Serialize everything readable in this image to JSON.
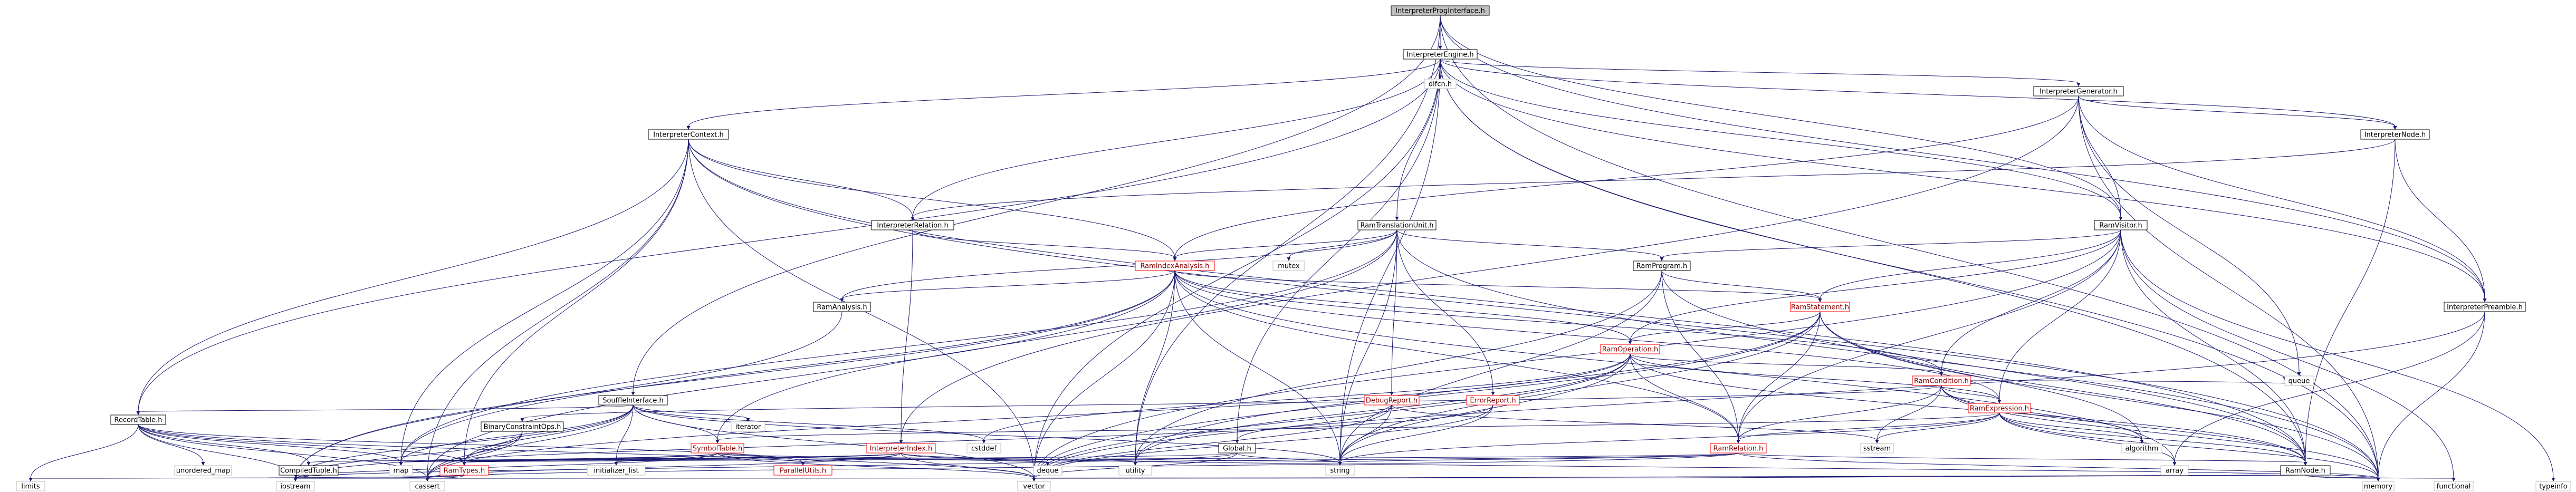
{
  "diagram": {
    "type": "include-dependency-graph",
    "root": "InterpreterProgInterface.h",
    "colors": {
      "edge": "#191970",
      "root_fill": "#bfbfbf",
      "local_border": "#000000",
      "external_border": "#bfbfbf",
      "incomplete_border": "#ff0000"
    },
    "nodes": [
      {
        "id": "n_root",
        "label": "InterpreterProgInterface.h",
        "kind": "root"
      },
      {
        "id": "n_engine",
        "label": "InterpreterEngine.h",
        "kind": "local"
      },
      {
        "id": "n_dlfcn",
        "label": "dlfcn.h",
        "kind": "ext"
      },
      {
        "id": "n_generator",
        "label": "InterpreterGenerator.h",
        "kind": "local"
      },
      {
        "id": "n_context",
        "label": "InterpreterContext.h",
        "kind": "local"
      },
      {
        "id": "n_relation",
        "label": "InterpreterRelation.h",
        "kind": "local"
      },
      {
        "id": "n_ramtu",
        "label": "RamTranslationUnit.h",
        "kind": "local"
      },
      {
        "id": "n_inode",
        "label": "InterpreterNode.h",
        "kind": "local"
      },
      {
        "id": "n_visitor",
        "label": "RamVisitor.h",
        "kind": "local"
      },
      {
        "id": "n_rindex",
        "label": "RamIndexAnalysis.h",
        "kind": "red"
      },
      {
        "id": "n_mutex",
        "label": "mutex",
        "kind": "ext"
      },
      {
        "id": "n_program",
        "label": "RamProgram.h",
        "kind": "local"
      },
      {
        "id": "n_ranalysis",
        "label": "RamAnalysis.h",
        "kind": "local"
      },
      {
        "id": "n_statement",
        "label": "RamStatement.h",
        "kind": "red"
      },
      {
        "id": "n_preamble",
        "label": "InterpreterPreamble.h",
        "kind": "local"
      },
      {
        "id": "n_operation",
        "label": "RamOperation.h",
        "kind": "red"
      },
      {
        "id": "n_condition",
        "label": "RamCondition.h",
        "kind": "red"
      },
      {
        "id": "n_queue",
        "label": "queue",
        "kind": "ext"
      },
      {
        "id": "n_souffle",
        "label": "SouffleInterface.h",
        "kind": "local"
      },
      {
        "id": "n_debug",
        "label": "DebugReport.h",
        "kind": "red"
      },
      {
        "id": "n_error",
        "label": "ErrorReport.h",
        "kind": "red"
      },
      {
        "id": "n_expression",
        "label": "RamExpression.h",
        "kind": "red"
      },
      {
        "id": "n_record",
        "label": "RecordTable.h",
        "kind": "local"
      },
      {
        "id": "n_bcops",
        "label": "BinaryConstraintOps.h",
        "kind": "local"
      },
      {
        "id": "n_iterator",
        "label": "iterator",
        "kind": "ext"
      },
      {
        "id": "n_symbol",
        "label": "SymbolTable.h",
        "kind": "red"
      },
      {
        "id": "n_iindex",
        "label": "InterpreterIndex.h",
        "kind": "red"
      },
      {
        "id": "n_cstddef",
        "label": "cstddef",
        "kind": "ext"
      },
      {
        "id": "n_global",
        "label": "Global.h",
        "kind": "local"
      },
      {
        "id": "n_sstream",
        "label": "sstream",
        "kind": "ext"
      },
      {
        "id": "n_algorithm",
        "label": "algorithm",
        "kind": "ext"
      },
      {
        "id": "n_ramrel",
        "label": "RamRelation.h",
        "kind": "red"
      },
      {
        "id": "n_umap",
        "label": "unordered_map",
        "kind": "ext"
      },
      {
        "id": "n_ctuple",
        "label": "CompiledTuple.h",
        "kind": "local"
      },
      {
        "id": "n_map",
        "label": "map",
        "kind": "ext"
      },
      {
        "id": "n_ramtypes",
        "label": "RamTypes.h",
        "kind": "red"
      },
      {
        "id": "n_initlist",
        "label": "initializer_list",
        "kind": "ext"
      },
      {
        "id": "n_parallel",
        "label": "ParallelUtils.h",
        "kind": "red"
      },
      {
        "id": "n_deque",
        "label": "deque",
        "kind": "ext"
      },
      {
        "id": "n_utility",
        "label": "utility",
        "kind": "ext"
      },
      {
        "id": "n_string",
        "label": "string",
        "kind": "ext"
      },
      {
        "id": "n_array",
        "label": "array",
        "kind": "ext"
      },
      {
        "id": "n_ramnode",
        "label": "RamNode.h",
        "kind": "local"
      },
      {
        "id": "n_limits",
        "label": "limits",
        "kind": "ext"
      },
      {
        "id": "n_iostream",
        "label": "iostream",
        "kind": "ext"
      },
      {
        "id": "n_cassert",
        "label": "cassert",
        "kind": "ext"
      },
      {
        "id": "n_vector",
        "label": "vector",
        "kind": "ext"
      },
      {
        "id": "n_memory",
        "label": "memory",
        "kind": "ext"
      },
      {
        "id": "n_functional",
        "label": "functional",
        "kind": "ext"
      },
      {
        "id": "n_typeinfo",
        "label": "typeinfo",
        "kind": "ext"
      }
    ],
    "edges": [
      [
        "n_root",
        "n_engine"
      ],
      [
        "n_root",
        "n_souffle"
      ],
      [
        "n_root",
        "n_visitor"
      ],
      [
        "n_root",
        "n_preamble"
      ],
      [
        "n_root",
        "n_memory"
      ],
      [
        "n_root",
        "n_utility"
      ],
      [
        "n_engine",
        "n_dlfcn"
      ],
      [
        "n_engine",
        "n_generator"
      ],
      [
        "n_engine",
        "n_context"
      ],
      [
        "n_engine",
        "n_relation"
      ],
      [
        "n_engine",
        "n_ramtu"
      ],
      [
        "n_engine",
        "n_inode"
      ],
      [
        "n_engine",
        "n_visitor"
      ],
      [
        "n_engine",
        "n_preamble"
      ],
      [
        "n_engine",
        "n_record"
      ],
      [
        "n_engine",
        "n_global"
      ],
      [
        "n_engine",
        "n_string"
      ],
      [
        "n_engine",
        "n_vector"
      ],
      [
        "n_engine",
        "n_memory"
      ],
      [
        "n_engine",
        "n_ramnode"
      ],
      [
        "n_generator",
        "n_rindex"
      ],
      [
        "n_generator",
        "n_inode"
      ],
      [
        "n_generator",
        "n_visitor"
      ],
      [
        "n_generator",
        "n_preamble"
      ],
      [
        "n_generator",
        "n_queue"
      ],
      [
        "n_generator",
        "n_memory"
      ],
      [
        "n_generator",
        "n_iindex"
      ],
      [
        "n_context",
        "n_relation"
      ],
      [
        "n_context",
        "n_rindex"
      ],
      [
        "n_context",
        "n_record"
      ],
      [
        "n_context",
        "n_ramtypes"
      ],
      [
        "n_context",
        "n_vector"
      ],
      [
        "n_context",
        "n_memory"
      ],
      [
        "n_context",
        "n_map"
      ],
      [
        "n_context",
        "n_cassert"
      ],
      [
        "n_context",
        "n_ramnode"
      ],
      [
        "n_relation",
        "n_rindex"
      ],
      [
        "n_relation",
        "n_iindex"
      ],
      [
        "n_ramtu",
        "n_rindex"
      ],
      [
        "n_ramtu",
        "n_mutex"
      ],
      [
        "n_ramtu",
        "n_program"
      ],
      [
        "n_ramtu",
        "n_ranalysis"
      ],
      [
        "n_ramtu",
        "n_debug"
      ],
      [
        "n_ramtu",
        "n_error"
      ],
      [
        "n_ramtu",
        "n_symbol"
      ],
      [
        "n_ramtu",
        "n_string"
      ],
      [
        "n_ramtu",
        "n_memory"
      ],
      [
        "n_ramtu",
        "n_map"
      ],
      [
        "n_inode",
        "n_preamble"
      ],
      [
        "n_inode",
        "n_ramnode"
      ],
      [
        "n_inode",
        "n_relation"
      ],
      [
        "n_visitor",
        "n_program"
      ],
      [
        "n_visitor",
        "n_statement"
      ],
      [
        "n_visitor",
        "n_operation"
      ],
      [
        "n_visitor",
        "n_condition"
      ],
      [
        "n_visitor",
        "n_expression"
      ],
      [
        "n_visitor",
        "n_ramrel"
      ],
      [
        "n_visitor",
        "n_ramnode"
      ],
      [
        "n_visitor",
        "n_vector"
      ],
      [
        "n_visitor",
        "n_functional"
      ],
      [
        "n_visitor",
        "n_typeinfo"
      ],
      [
        "n_rindex",
        "n_ranalysis"
      ],
      [
        "n_rindex",
        "n_statement"
      ],
      [
        "n_rindex",
        "n_ramrel"
      ],
      [
        "n_rindex",
        "n_operation"
      ],
      [
        "n_rindex",
        "n_condition"
      ],
      [
        "n_rindex",
        "n_expression"
      ],
      [
        "n_rindex",
        "n_map"
      ],
      [
        "n_rindex",
        "n_utility"
      ],
      [
        "n_rindex",
        "n_vector"
      ],
      [
        "n_rindex",
        "n_string"
      ],
      [
        "n_rindex",
        "n_cassert"
      ],
      [
        "n_rindex",
        "n_iostream"
      ],
      [
        "n_rindex",
        "n_array"
      ],
      [
        "n_program",
        "n_statement"
      ],
      [
        "n_program",
        "n_ramrel"
      ],
      [
        "n_program",
        "n_ramnode"
      ],
      [
        "n_program",
        "n_string"
      ],
      [
        "n_program",
        "n_utility"
      ],
      [
        "n_ranalysis",
        "n_iostream"
      ],
      [
        "n_statement",
        "n_operation"
      ],
      [
        "n_statement",
        "n_ramrel"
      ],
      [
        "n_statement",
        "n_ramnode"
      ],
      [
        "n_statement",
        "n_algorithm"
      ],
      [
        "n_statement",
        "n_vector"
      ],
      [
        "n_statement",
        "n_string"
      ],
      [
        "n_statement",
        "n_memory"
      ],
      [
        "n_statement",
        "n_utility"
      ],
      [
        "n_preamble",
        "n_memory"
      ],
      [
        "n_preamble",
        "n_array"
      ],
      [
        "n_preamble",
        "n_vector"
      ],
      [
        "n_operation",
        "n_condition"
      ],
      [
        "n_operation",
        "n_expression"
      ],
      [
        "n_operation",
        "n_ramrel"
      ],
      [
        "n_operation",
        "n_ramnode"
      ],
      [
        "n_operation",
        "n_utility"
      ],
      [
        "n_operation",
        "n_string"
      ],
      [
        "n_operation",
        "n_vector"
      ],
      [
        "n_operation",
        "n_cstddef"
      ],
      [
        "n_operation",
        "n_cassert"
      ],
      [
        "n_condition",
        "n_expression"
      ],
      [
        "n_condition",
        "n_ramrel"
      ],
      [
        "n_condition",
        "n_ramnode"
      ],
      [
        "n_condition",
        "n_bcops"
      ],
      [
        "n_condition",
        "n_queue"
      ],
      [
        "n_condition",
        "n_algorithm"
      ],
      [
        "n_condition",
        "n_sstream"
      ],
      [
        "n_condition",
        "n_memory"
      ],
      [
        "n_souffle",
        "n_symbol"
      ],
      [
        "n_souffle",
        "n_record"
      ],
      [
        "n_souffle",
        "n_ramtypes"
      ],
      [
        "n_souffle",
        "n_iterator"
      ],
      [
        "n_souffle",
        "n_initlist"
      ],
      [
        "n_souffle",
        "n_cstddef"
      ],
      [
        "n_souffle",
        "n_map"
      ],
      [
        "n_souffle",
        "n_string"
      ],
      [
        "n_souffle",
        "n_vector"
      ],
      [
        "n_souffle",
        "n_iostream"
      ],
      [
        "n_souffle",
        "n_cassert"
      ],
      [
        "n_debug",
        "n_global"
      ],
      [
        "n_debug",
        "n_sstream"
      ],
      [
        "n_debug",
        "n_string"
      ],
      [
        "n_debug",
        "n_vector"
      ],
      [
        "n_error",
        "n_iostream"
      ],
      [
        "n_error",
        "n_string"
      ],
      [
        "n_error",
        "n_vector"
      ],
      [
        "n_expression",
        "n_ramrel"
      ],
      [
        "n_expression",
        "n_ramnode"
      ],
      [
        "n_expression",
        "n_symbol"
      ],
      [
        "n_expression",
        "n_algorithm"
      ],
      [
        "n_expression",
        "n_array"
      ],
      [
        "n_expression",
        "n_memory"
      ],
      [
        "n_expression",
        "n_string"
      ],
      [
        "n_expression",
        "n_sstream"
      ],
      [
        "n_record",
        "n_ctuple"
      ],
      [
        "n_record",
        "n_ramtypes"
      ],
      [
        "n_record",
        "n_map"
      ],
      [
        "n_record",
        "n_umap"
      ],
      [
        "n_record",
        "n_limits"
      ],
      [
        "n_record",
        "n_iostream"
      ],
      [
        "n_record",
        "n_cassert"
      ],
      [
        "n_record",
        "n_vector"
      ],
      [
        "n_record",
        "n_parallel"
      ],
      [
        "n_bcops",
        "n_ramtypes"
      ],
      [
        "n_bcops",
        "n_iostream"
      ],
      [
        "n_bcops",
        "n_cassert"
      ],
      [
        "n_symbol",
        "n_parallel"
      ],
      [
        "n_symbol",
        "n_ramtypes"
      ],
      [
        "n_symbol",
        "n_deque"
      ],
      [
        "n_symbol",
        "n_map"
      ],
      [
        "n_symbol",
        "n_string"
      ],
      [
        "n_symbol",
        "n_vector"
      ],
      [
        "n_symbol",
        "n_iostream"
      ],
      [
        "n_symbol",
        "n_initlist"
      ],
      [
        "n_iindex",
        "n_ctuple"
      ],
      [
        "n_iindex",
        "n_ramtypes"
      ],
      [
        "n_iindex",
        "n_parallel"
      ],
      [
        "n_iindex",
        "n_deque"
      ],
      [
        "n_iindex",
        "n_map"
      ],
      [
        "n_iindex",
        "n_utility"
      ],
      [
        "n_iindex",
        "n_vector"
      ],
      [
        "n_iindex",
        "n_memory"
      ],
      [
        "n_iindex",
        "n_cassert"
      ],
      [
        "n_global",
        "n_map"
      ],
      [
        "n_global",
        "n_string"
      ],
      [
        "n_global",
        "n_vector"
      ],
      [
        "n_global",
        "n_iostream"
      ],
      [
        "n_ramrel",
        "n_ramnode"
      ],
      [
        "n_ramrel",
        "n_ramtypes"
      ],
      [
        "n_ramrel",
        "n_string"
      ],
      [
        "n_ramrel",
        "n_utility"
      ],
      [
        "n_ramrel",
        "n_memory"
      ],
      [
        "n_ramrel",
        "n_cassert"
      ],
      [
        "n_ctuple",
        "n_iostream"
      ],
      [
        "n_ramtypes",
        "n_limits"
      ],
      [
        "n_ramtypes",
        "n_iostream"
      ],
      [
        "n_ramtypes",
        "n_cassert"
      ],
      [
        "n_ramnode",
        "n_vector"
      ],
      [
        "n_ramnode",
        "n_memory"
      ],
      [
        "n_ramnode",
        "n_functional"
      ],
      [
        "n_ramnode",
        "n_iostream"
      ],
      [
        "n_ramnode",
        "n_cassert"
      ]
    ]
  }
}
